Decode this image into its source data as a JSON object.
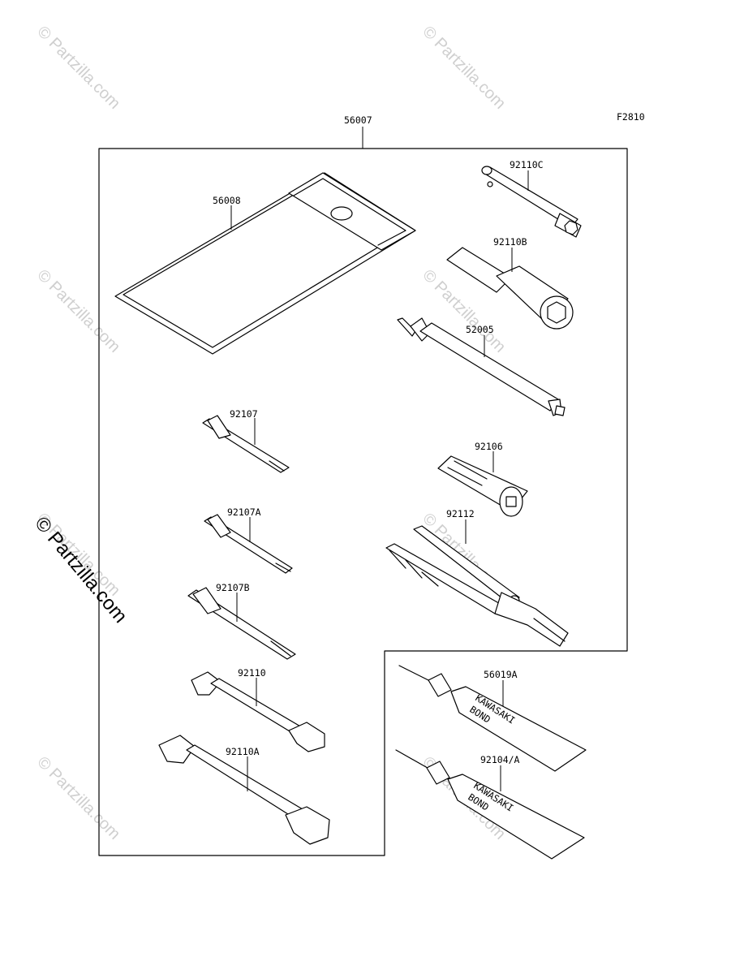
{
  "diagram_code": "F2810",
  "watermark": {
    "text": "© Partzilla.com",
    "side_text": "© Partzilla.com"
  },
  "parts": {
    "kit": "56007",
    "pouch": "56008",
    "plug_wrench_small": "92110C",
    "plug_wrench_large": "92110B",
    "screwdriver_handle": "52005",
    "bit_1": "92107",
    "bit_2": "92107A",
    "bit_3": "92107B",
    "socket": "92106",
    "pliers": "92112",
    "wrench_1": "92110",
    "wrench_2": "92110A",
    "bond_1": "56019A",
    "bond_2": "92104/A"
  },
  "tube_text": {
    "brand": "KAWASAKI",
    "product": "BOND"
  }
}
